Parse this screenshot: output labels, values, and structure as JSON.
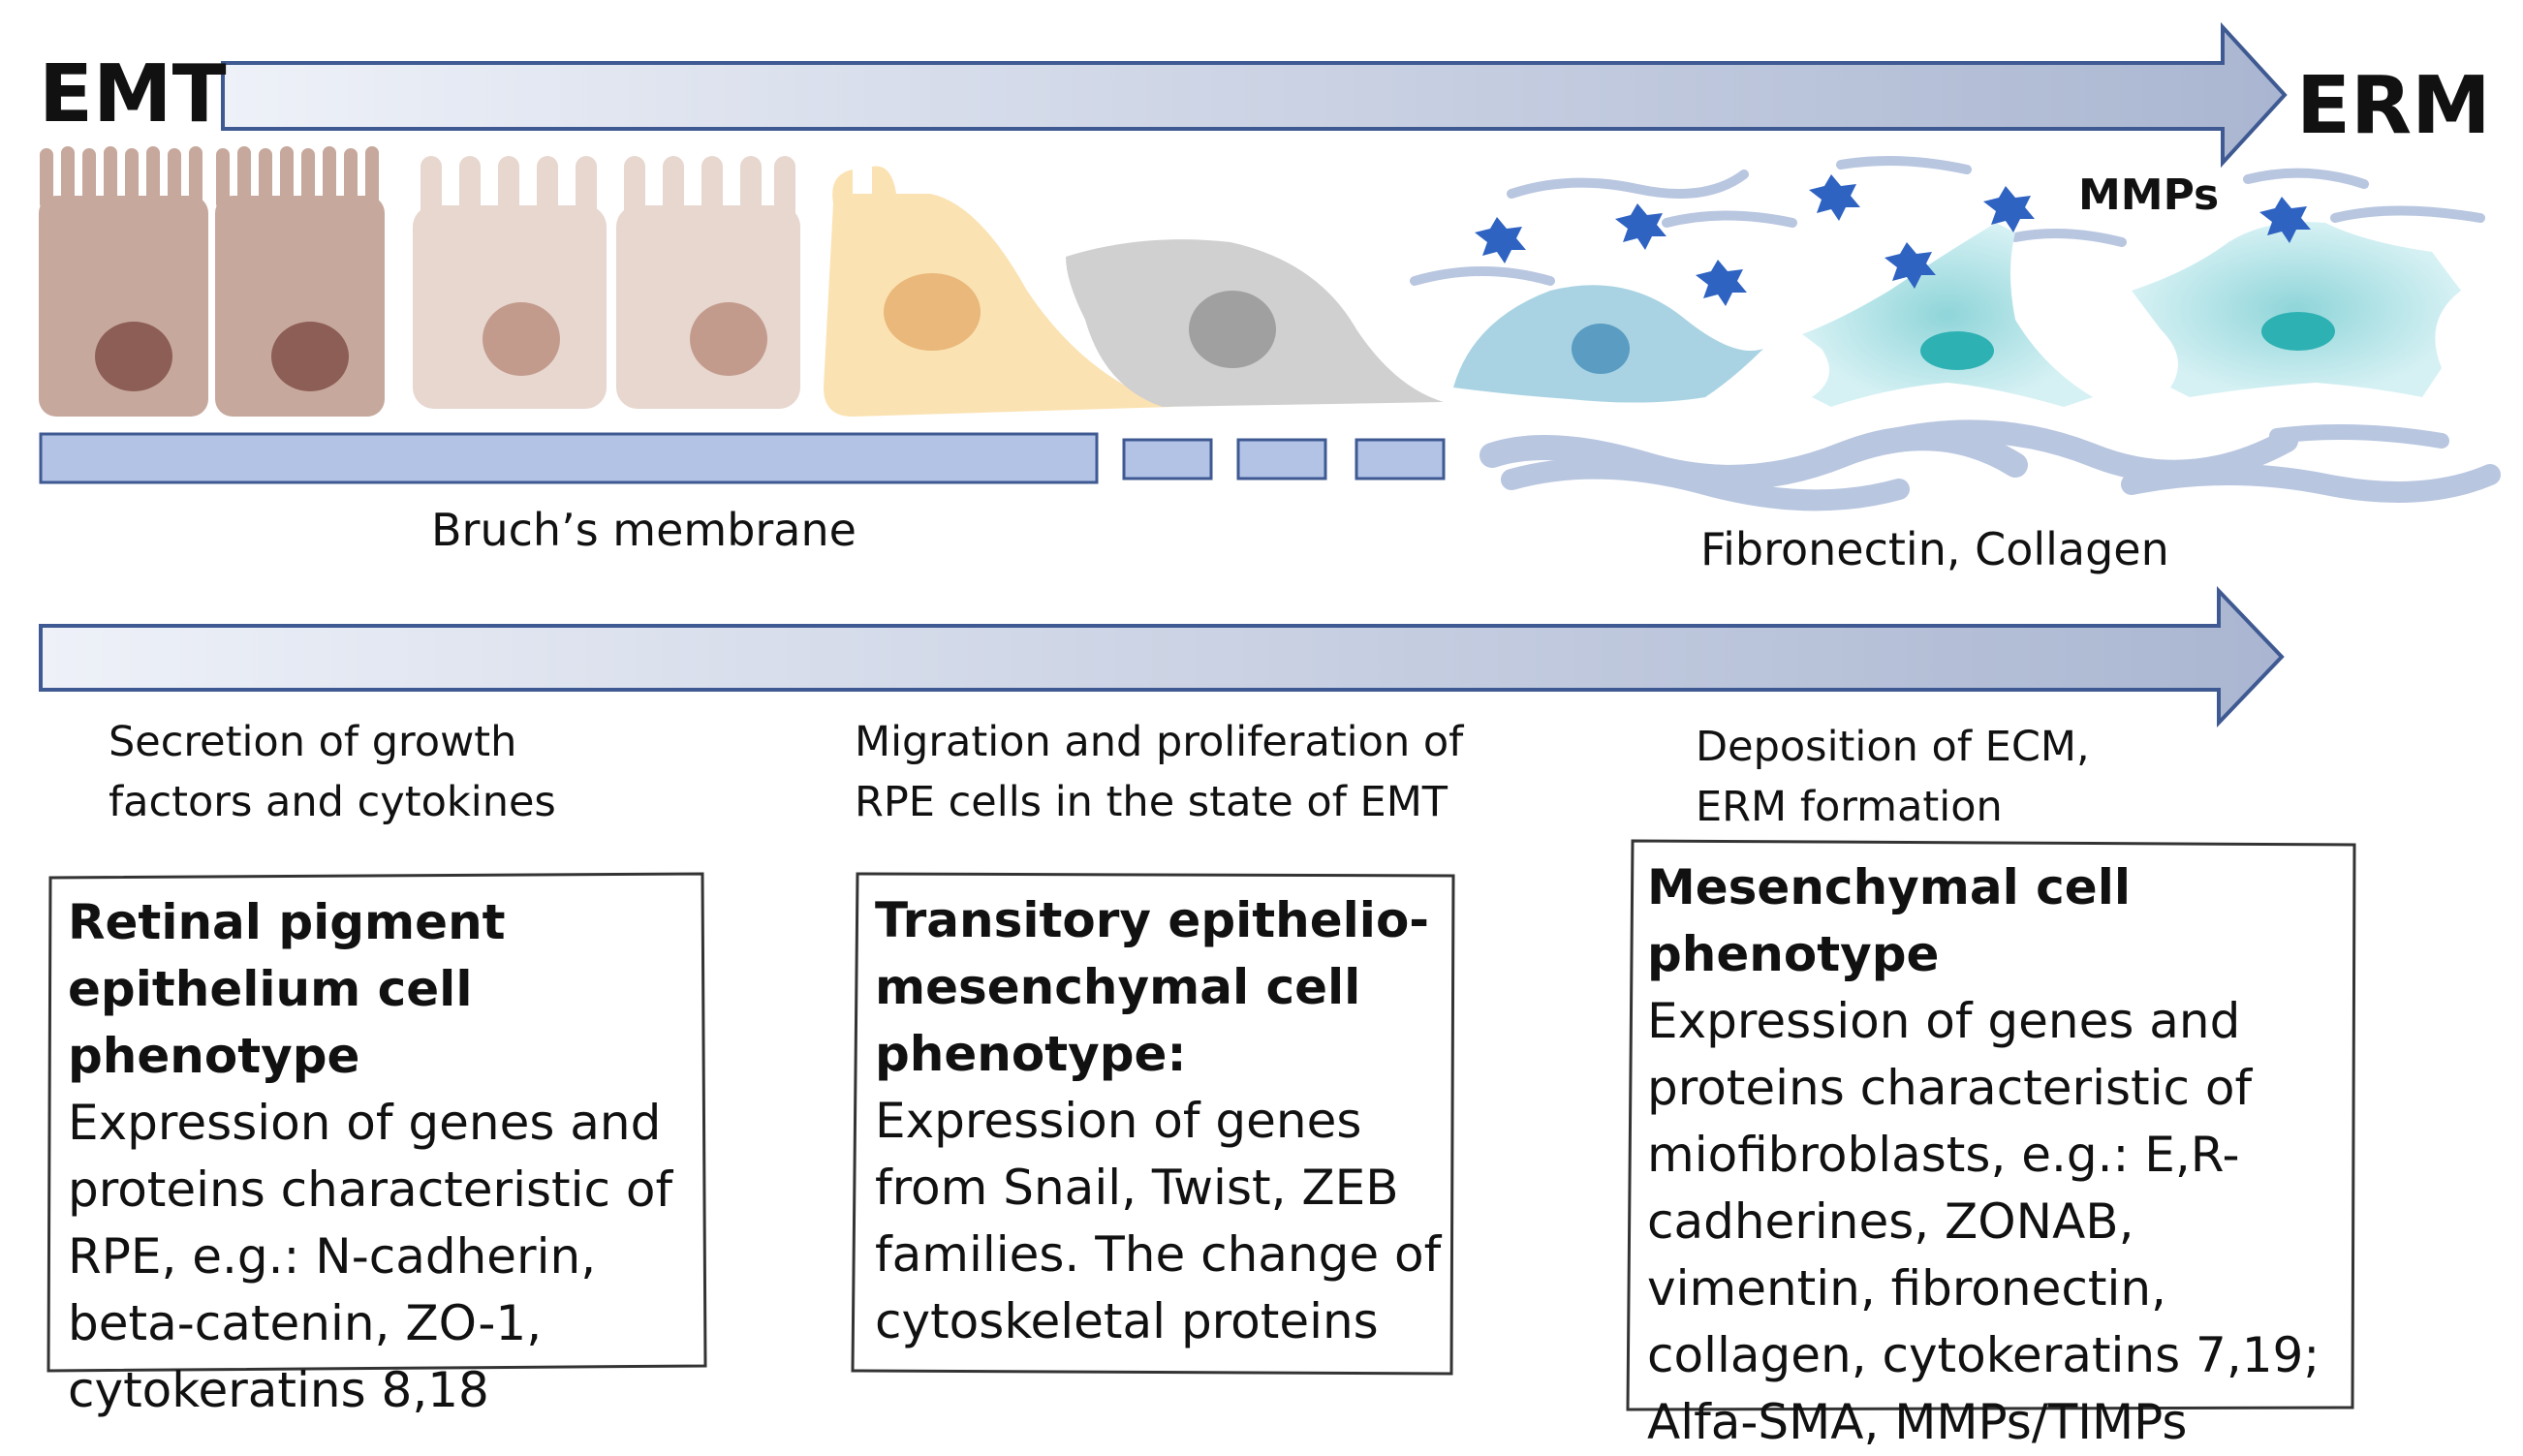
{
  "header": {
    "left_label": "EMT",
    "right_label": "ERM"
  },
  "labels": {
    "mmps": "MMPs",
    "bruch": "Bruch’s membrane",
    "ecm": "Fibronectin, Collagen"
  },
  "steps": [
    {
      "line1": "Secretion of growth",
      "line2": "factors and cytokines"
    },
    {
      "line1": "Migration and proliferation of",
      "line2": "RPE cells in the state of EMT"
    },
    {
      "line1": "Deposition of ECM,",
      "line2": "ERM formation"
    }
  ],
  "boxes": [
    {
      "title": "Retinal pigment epithelium cell phenotype",
      "body": "Expression of genes and proteins characteristic of RPE, e.g.: N-cadherin, beta-catenin, ZO-1, cytokeratins 8,18"
    },
    {
      "title": "Transitory epithelio-mesenchymal cell phenotype:",
      "body": "Expression of genes from Snail, Twist, ZEB families. The change of cytoskeletal proteins"
    },
    {
      "title": "Mesenchymal cell phenotype",
      "body": "Expression of genes and proteins characteristic of miofibroblasts, e.g.: E,R-cadherines, ZONAB, vimentin, fibronectin, collagen, cytokeratins 7,19; Alfa-SMA, MMPs/TIMPs"
    }
  ],
  "colors": {
    "arrow_light": "#eef1f8",
    "arrow_dark": "#aab6d1",
    "arrow_stroke": "#3f5a92",
    "membrane": "#b2c3e6",
    "rpe_cell": "#c7a89d",
    "rpe_nucleus": "#8c5e55",
    "pale_cell": "#e7d7cf",
    "transition_cell": "#fbe2b2",
    "grey_cell": "#d0d0d0",
    "blue_cell": "#a9d3e3",
    "fibroblast": "#bfe8ee",
    "star": "#2f63c2",
    "fiber": "#b8c6e0"
  }
}
